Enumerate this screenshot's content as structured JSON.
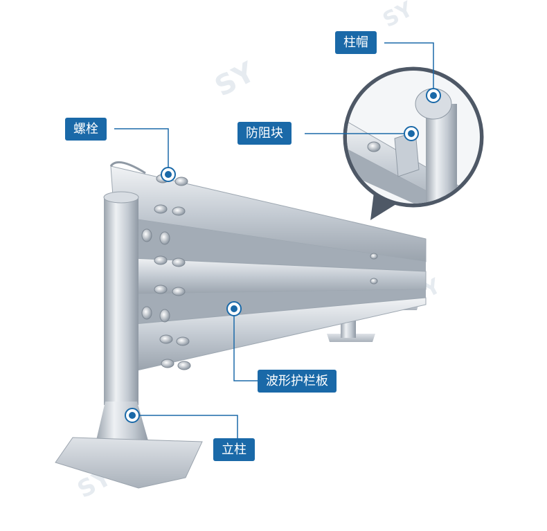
{
  "labels": {
    "bolt": "螺栓",
    "post_cap": "柱帽",
    "spacer_block": "防阻块",
    "wave_beam": "波形护栏板",
    "post": "立柱"
  },
  "colors": {
    "label_bg": "#1a69a8",
    "line": "#1a69a8",
    "steel_light": "#e6eaee",
    "steel_mid": "#b7bfc8",
    "steel_dark": "#8a949f"
  }
}
